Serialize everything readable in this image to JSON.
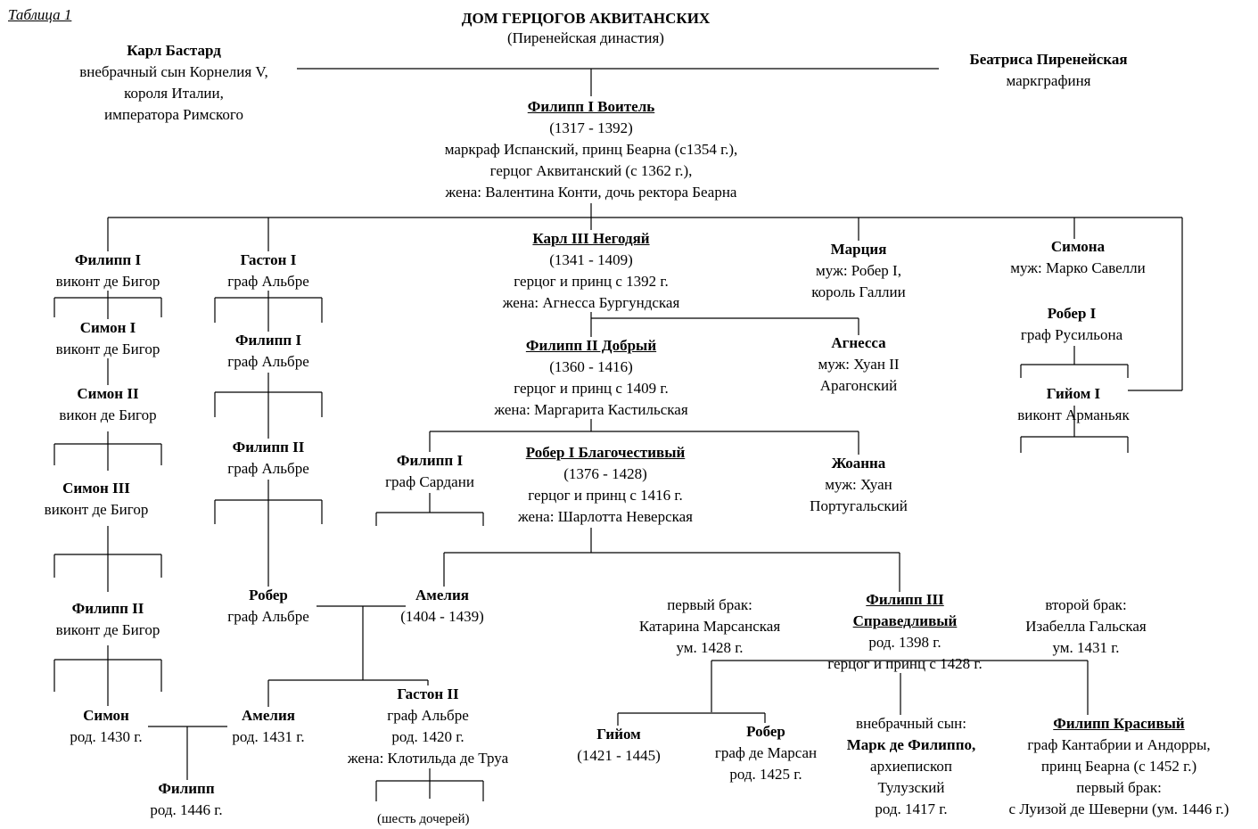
{
  "table_label": "Таблица 1",
  "title": "ДОМ ГЕРЦОГОВ АКВИТАНСКИХ",
  "subtitle": "(Пиренейская династия)",
  "nodes": [
    {
      "id": "karl-bastard",
      "lines": [
        {
          "t": "Карл Бастард",
          "s": "b"
        },
        {
          "t": "внебрачный сын Корнелия V,"
        },
        {
          "t": "короля Италии,"
        },
        {
          "t": "императора Римского"
        }
      ]
    },
    {
      "id": "beatrisa",
      "lines": [
        {
          "t": "Беатриса Пиренейская",
          "s": "b"
        },
        {
          "t": "маркграфиня"
        }
      ]
    },
    {
      "id": "filipp-i-voitel",
      "lines": [
        {
          "t": "Филипп I Воитель",
          "s": "u"
        },
        {
          "t": "(1317 - 1392)"
        },
        {
          "t": "маркраф Испанский, принц Беарна (с1354 г.),"
        },
        {
          "t": "герцог Аквитанский (с 1362 г.),"
        },
        {
          "t": "жена: Валентина Конти, дочь ректора Беарна"
        }
      ]
    },
    {
      "id": "filipp-i-bigor",
      "lines": [
        {
          "t": "Филипп I",
          "s": "b"
        },
        {
          "t": "виконт де Бигор"
        }
      ]
    },
    {
      "id": "gaston-i",
      "lines": [
        {
          "t": "Гастон I",
          "s": "b"
        },
        {
          "t": "граф Альбре"
        }
      ]
    },
    {
      "id": "karl-iii",
      "lines": [
        {
          "t": "Карл III Негодяй",
          "s": "u"
        },
        {
          "t": "(1341 - 1409)"
        },
        {
          "t": "герцог и принц с 1392 г."
        },
        {
          "t": "жена: Агнесса Бургундская"
        }
      ]
    },
    {
      "id": "marciya",
      "lines": [
        {
          "t": "Марция",
          "s": "b"
        },
        {
          "t": "муж: Робер I,"
        },
        {
          "t": "король Галлии"
        }
      ]
    },
    {
      "id": "simona",
      "lines": [
        {
          "t": "Симона",
          "s": "b"
        },
        {
          "t": "муж: Марко Савелли"
        }
      ]
    },
    {
      "id": "simon-i",
      "lines": [
        {
          "t": "Симон I",
          "s": "b"
        },
        {
          "t": "виконт де Бигор"
        }
      ]
    },
    {
      "id": "filipp-i-albre",
      "lines": [
        {
          "t": "Филипп I",
          "s": "b"
        },
        {
          "t": "граф Альбре"
        }
      ]
    },
    {
      "id": "filipp-ii-dobryi",
      "lines": [
        {
          "t": "Филипп II Добрый",
          "s": "u"
        },
        {
          "t": "(1360 - 1416)"
        },
        {
          "t": "герцог и принц с 1409 г."
        },
        {
          "t": "жена: Маргарита Кастильская"
        }
      ]
    },
    {
      "id": "agnessa",
      "lines": [
        {
          "t": "Агнесса",
          "s": "b"
        },
        {
          "t": "муж: Хуан II"
        },
        {
          "t": "Арагонский"
        }
      ]
    },
    {
      "id": "rober-i-rusilon",
      "lines": [
        {
          "t": "Робер I",
          "s": "b"
        },
        {
          "t": "граф Русильона"
        }
      ]
    },
    {
      "id": "simon-ii",
      "lines": [
        {
          "t": "Симон II",
          "s": "b"
        },
        {
          "t": "викон де Бигор"
        }
      ]
    },
    {
      "id": "giyom-i",
      "lines": [
        {
          "t": "Гийом I",
          "s": "b"
        },
        {
          "t": "виконт Арманьяк"
        }
      ]
    },
    {
      "id": "filipp-ii-albre",
      "lines": [
        {
          "t": "Филипп II",
          "s": "b"
        },
        {
          "t": "граф Альбре"
        }
      ]
    },
    {
      "id": "filipp-i-sardani",
      "lines": [
        {
          "t": "Филипп I",
          "s": "b"
        },
        {
          "t": "граф Сардани"
        }
      ]
    },
    {
      "id": "rober-i-blag",
      "lines": [
        {
          "t": "Робер I Благочестивый",
          "s": "u"
        },
        {
          "t": "(1376 - 1428)"
        },
        {
          "t": "герцог и принц с 1416 г."
        },
        {
          "t": "жена: Шарлотта Неверская"
        }
      ]
    },
    {
      "id": "zhoanna",
      "lines": [
        {
          "t": "Жоанна",
          "s": "b"
        },
        {
          "t": "муж: Хуан"
        },
        {
          "t": "Португальский"
        }
      ]
    },
    {
      "id": "simon-iii",
      "lines": [
        {
          "t": "Симон III",
          "s": "b"
        },
        {
          "t": "виконт де Бигор"
        }
      ]
    },
    {
      "id": "rober-albre",
      "lines": [
        {
          "t": "Робер",
          "s": "b"
        },
        {
          "t": "граф Альбре"
        }
      ]
    },
    {
      "id": "ameliya-1404",
      "lines": [
        {
          "t": "Амелия",
          "s": "b"
        },
        {
          "t": "(1404 - 1439)"
        }
      ]
    },
    {
      "id": "first-marriage",
      "lines": [
        {
          "t": "первый брак:"
        },
        {
          "t": "Катарина Марсанская"
        },
        {
          "t": "ум. 1428 г."
        }
      ]
    },
    {
      "id": "filipp-iii",
      "lines": [
        {
          "t": "Филипп III",
          "s": "u"
        },
        {
          "t": "Справедливый",
          "s": "u"
        },
        {
          "t": "род. 1398 г."
        },
        {
          "t": "герцог и принц с 1428 г."
        }
      ]
    },
    {
      "id": "second-marriage",
      "lines": [
        {
          "t": "второй брак:"
        },
        {
          "t": "Изабелла Гальская"
        },
        {
          "t": "ум. 1431 г."
        }
      ]
    },
    {
      "id": "filipp-ii-bigor",
      "lines": [
        {
          "t": "Филипп II",
          "s": "b"
        },
        {
          "t": "виконт де Бигор"
        }
      ]
    },
    {
      "id": "simon-1430",
      "lines": [
        {
          "t": "Симон",
          "s": "b"
        },
        {
          "t": "род. 1430 г."
        }
      ]
    },
    {
      "id": "ameliya-1431",
      "lines": [
        {
          "t": "Амелия",
          "s": "b"
        },
        {
          "t": "род. 1431 г."
        }
      ]
    },
    {
      "id": "gaston-ii",
      "lines": [
        {
          "t": "Гастон II",
          "s": "b"
        },
        {
          "t": "граф Альбре"
        },
        {
          "t": "род. 1420 г."
        },
        {
          "t": "жена: Клотильда де Труа"
        }
      ]
    },
    {
      "id": "giyom",
      "lines": [
        {
          "t": "Гийом",
          "s": "b"
        },
        {
          "t": "(1421 - 1445)"
        }
      ]
    },
    {
      "id": "rober-marsan",
      "lines": [
        {
          "t": "Робер",
          "s": "b"
        },
        {
          "t": "граф де Марсан"
        },
        {
          "t": "род. 1425 г."
        }
      ]
    },
    {
      "id": "mark-de-filippo",
      "lines": [
        {
          "t": "внебрачный сын:"
        },
        {
          "t": "Марк де Филиппо,",
          "s": "b"
        },
        {
          "t": "архиепископ"
        },
        {
          "t": "Тулузский"
        },
        {
          "t": "род. 1417 г."
        }
      ]
    },
    {
      "id": "filipp-krasivyi",
      "lines": [
        {
          "t": "Филипп Красивый",
          "s": "u"
        },
        {
          "t": "граф Кантабрии и Андорры,"
        },
        {
          "t": "принц Беарна (с 1452 г.)"
        },
        {
          "t": "первый брак:"
        },
        {
          "t": "с Луизой де Шеверни (ум. 1446 г.)"
        }
      ]
    },
    {
      "id": "filipp-1446",
      "lines": [
        {
          "t": "Филипп",
          "s": "b"
        },
        {
          "t": "род. 1446 г."
        }
      ]
    }
  ],
  "note_six_daughters": "(шесть дочерей)"
}
